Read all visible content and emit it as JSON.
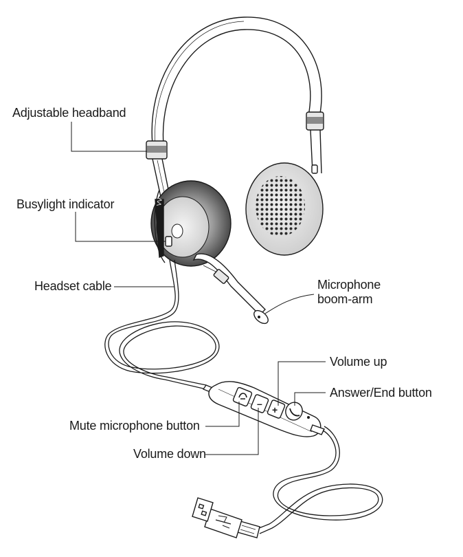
{
  "diagram": {
    "labels": {
      "adjustable_headband": "Adjustable headband",
      "busylight_indicator": "Busylight indicator",
      "headset_cable": "Headset cable",
      "microphone_boom_arm_line1": "Microphone",
      "microphone_boom_arm_line2": "boom-arm",
      "volume_up": "Volume up",
      "answer_end_button": "Answer/End button",
      "mute_microphone_button": "Mute microphone button",
      "volume_down": "Volume down"
    },
    "control_glyphs": {
      "volume_down": "–",
      "volume_up": "+"
    },
    "colors": {
      "line": "#1a1a1a",
      "ear_cushion_dark": "#5a5a5a",
      "ear_cushion_mid": "#bdbdbd",
      "cushion_fabric": "#e6e6e6"
    }
  }
}
